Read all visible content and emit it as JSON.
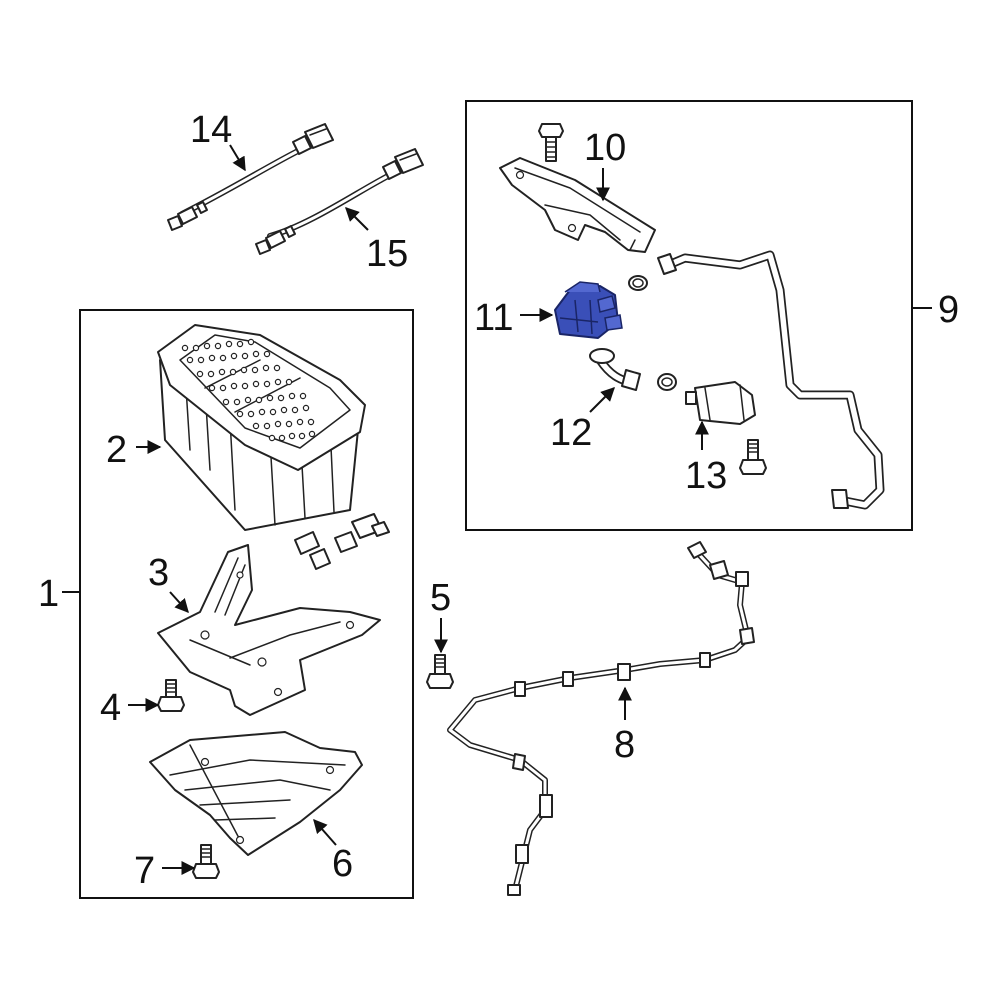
{
  "diagram": {
    "callouts": [
      {
        "id": "1",
        "label": "1"
      },
      {
        "id": "2",
        "label": "2"
      },
      {
        "id": "3",
        "label": "3"
      },
      {
        "id": "4",
        "label": "4"
      },
      {
        "id": "5",
        "label": "5"
      },
      {
        "id": "6",
        "label": "6"
      },
      {
        "id": "7",
        "label": "7"
      },
      {
        "id": "8",
        "label": "8"
      },
      {
        "id": "9",
        "label": "9"
      },
      {
        "id": "10",
        "label": "10"
      },
      {
        "id": "11",
        "label": "11"
      },
      {
        "id": "12",
        "label": "12"
      },
      {
        "id": "13",
        "label": "13"
      },
      {
        "id": "14",
        "label": "14"
      },
      {
        "id": "15",
        "label": "15"
      }
    ],
    "colors": {
      "line": "#222222",
      "highlight_part": "#3a4fb8",
      "background": "#ffffff"
    }
  }
}
